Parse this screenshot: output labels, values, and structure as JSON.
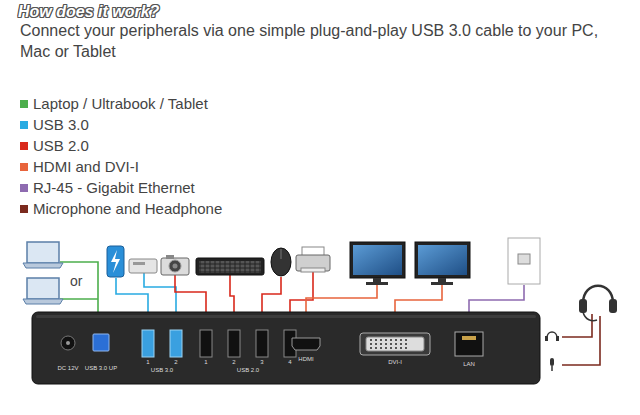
{
  "diagram": {
    "title": "How does it work?",
    "nodes": [
      {
        "text": [
          "DC 12V",
          "USB 3.0 UP",
          "1",
          "2",
          "USB 3.0",
          "1",
          "2",
          "3",
          "4",
          "USB 2.0",
          "HDMI",
          "DVI-I",
          "LAN"
        ]
      }
    ],
    "labels": [
      "Connect your peripherals via one simple plug-and-play USB 3.0 cable to your PC, Mac or Tablet",
      "or"
    ],
    "legend": [
      {
        "text": "Laptop / Ultrabook / Tablet",
        "color": "#4cae4c"
      },
      {
        "text": "USB 3.0",
        "color": "#29abe2"
      },
      {
        "text": "USB 2.0",
        "color": "#d9291c"
      },
      {
        "text": "HDMI and DVI-I",
        "color": "#e8643c"
      },
      {
        "text": "RJ-45 - Gigabit Ethernet",
        "color": "#8e6bb0"
      },
      {
        "text": "Microphone and Headphone",
        "color": "#7b2a1e"
      }
    ]
  }
}
